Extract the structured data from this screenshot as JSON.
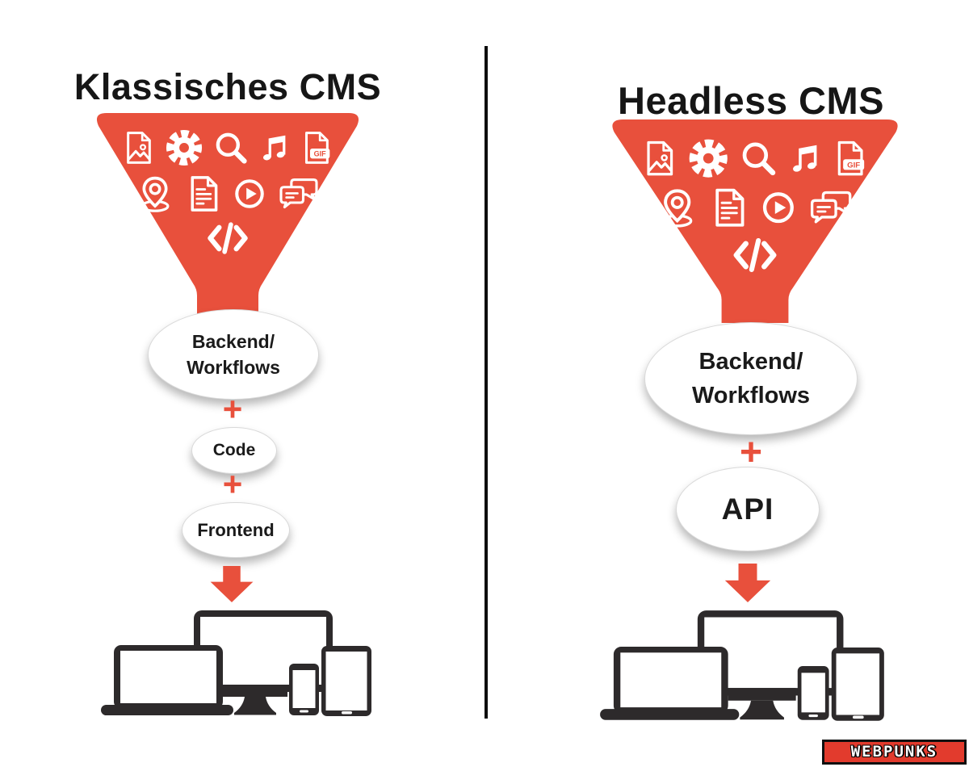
{
  "colors": {
    "accent_red": "#e8503c",
    "badge_red": "#e23b2d",
    "device_dark": "#2d2a2b",
    "divider_black": "#0c0c0c",
    "oval_white": "#ffffff",
    "text_black": "#161616"
  },
  "left": {
    "title": "Klassisches CMS",
    "backend_line1": "Backend/",
    "backend_line2": "Workflows",
    "plus1": "+",
    "code_label": "Code",
    "plus2": "+",
    "frontend_label": "Frontend"
  },
  "right": {
    "title": "Headless CMS",
    "backend_line1": "Backend/",
    "backend_line2": "Workflows",
    "plus1": "+",
    "api_label": "API"
  },
  "funnel": {
    "gif_label": "GIF",
    "icons": [
      "image-file",
      "gear",
      "search",
      "music-note",
      "gif-file",
      "location-pin",
      "document",
      "play",
      "chat-bubbles",
      "code"
    ]
  },
  "devices": [
    "monitor",
    "laptop",
    "smartphone",
    "tablet"
  ],
  "branding": {
    "text": "WEBPUNKS"
  }
}
